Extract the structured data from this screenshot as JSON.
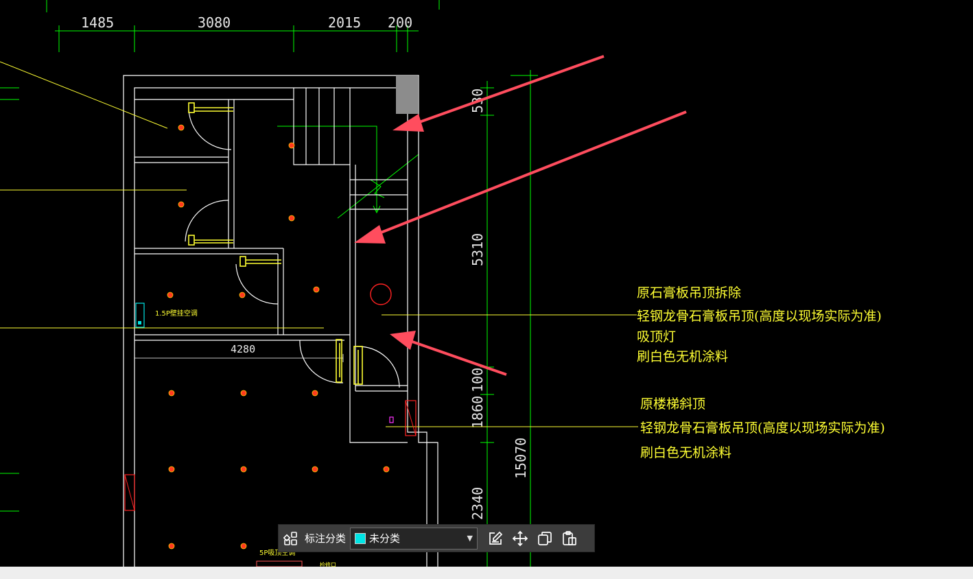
{
  "dimensions": {
    "top": [
      "1485",
      "3080",
      "2015",
      "200"
    ],
    "inner_horizontal": "4280",
    "right_vertical": [
      "530",
      "5310",
      "100",
      "1860",
      "2340"
    ],
    "total_vertical": "15070"
  },
  "labels": {
    "ac_unit": "1.5P壁挂空调",
    "ac_unit_2": "5P吸顶空调",
    "small_bottom": "检修口"
  },
  "notes": {
    "group1": [
      "原石膏板吊顶拆除",
      "轻钢龙骨石膏板吊顶(高度以现场实际为准)",
      "吸顶灯",
      "刷白色无机涂料"
    ],
    "group2": [
      "原楼梯斜顶",
      "轻钢龙骨石膏板吊顶(高度以现场实际为准)",
      "刷白色无机涂料"
    ]
  },
  "toolbar": {
    "category_label": "标注分类",
    "category_value": "未分类",
    "swatch_color": "#00e5e5",
    "icons": [
      "grid-icon",
      "edit-icon",
      "move-icon",
      "copy-icon",
      "paste-icon"
    ]
  },
  "colors": {
    "wall": "#ffffff",
    "dimension": "#00ff00",
    "annotation": "#ffff33",
    "arrow": "#ff4d5e",
    "light": "#ff3b1f"
  }
}
